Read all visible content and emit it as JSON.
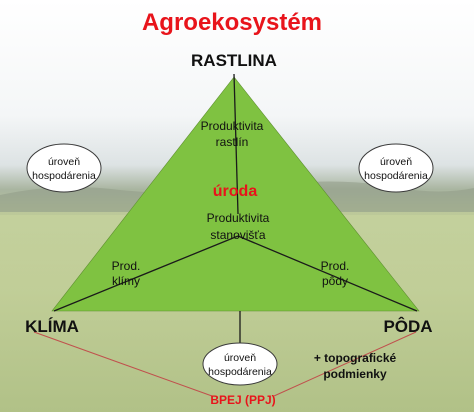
{
  "title": "Agroekosystém",
  "vertices": {
    "top": "RASTLINA",
    "left": "KLÍMA",
    "right": "PÔDA"
  },
  "inner": {
    "prod_plants": [
      "Produktivita",
      "rastlín"
    ],
    "yield": "úroda",
    "prod_site": [
      "Produktivita",
      "stanovišťa"
    ],
    "prod_climate": [
      "Prod.",
      "klímy"
    ],
    "prod_soil": [
      "Prod.",
      "pôdy"
    ]
  },
  "ovals": {
    "left": [
      "úroveň",
      "hospodárenia"
    ],
    "right": [
      "úroveň",
      "hospodárenia"
    ],
    "bottom": [
      "úroveň",
      "hospodárenia"
    ]
  },
  "topo": [
    "+ topografické",
    "podmienky"
  ],
  "bpej": "BPEJ (PPJ)",
  "colors": {
    "title": "#e8141b",
    "triangle": "#7fc241",
    "yield": "#e8141b",
    "bpej": "#e8141b",
    "bpej_line": "#c0504d"
  }
}
